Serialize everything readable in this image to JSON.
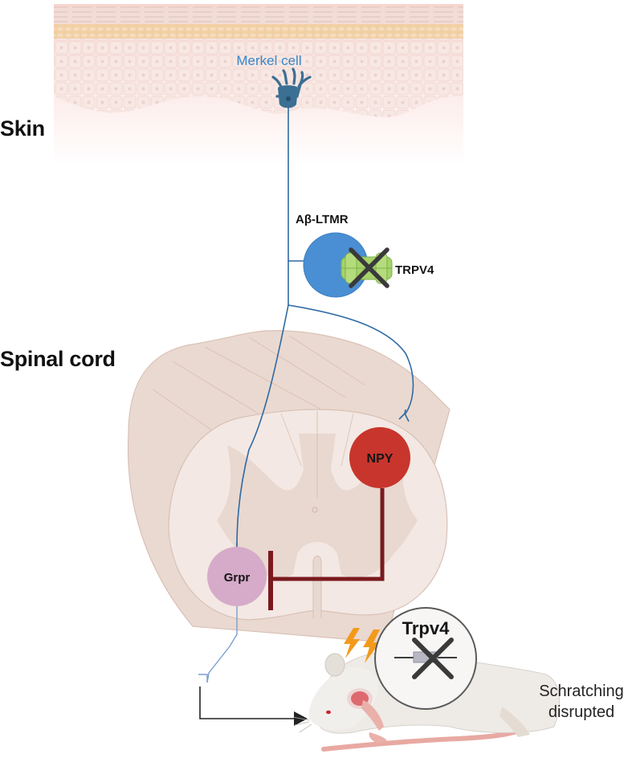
{
  "title": "TRPV4 in Aβ-LTMR Merkel cell pathway regulating scratching",
  "regions": {
    "skin": "Skin",
    "spinal_cord": "Spinal cord"
  },
  "cells": {
    "merkel": "Merkel cell",
    "ab_ltmr": "Aβ-LTMR",
    "trpv4_channel": "TRPV4",
    "npy": "NPY",
    "grpr": "Grpr"
  },
  "knockout": {
    "gene": "Trpv4"
  },
  "outcome": {
    "line1": "Schratching",
    "line2": "disrupted"
  },
  "colors": {
    "nerve": "#2f6aa3",
    "nerve_light": "#7b9fd0",
    "merkel": "#3b6f93",
    "merkel_text": "#3a86c8",
    "ab_ltmr": "#4a8ed3",
    "trpv4": "#a6d36b",
    "npy": "#c8352c",
    "grpr": "#d6aac9",
    "inhibitory": "#7a1a1e",
    "cord_outer": "#ead9d0",
    "cord_inner": "#f3e8e3",
    "cord_grey": "#e8d8d0",
    "lightning": "#f39a1c"
  }
}
